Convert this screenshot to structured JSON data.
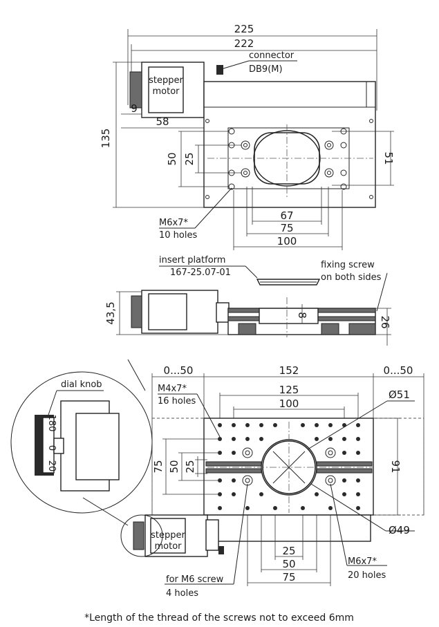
{
  "top_view": {
    "dim_overall_width": "225",
    "dim_body_width": "222",
    "dim_height": "135",
    "dim_9": "9",
    "dim_58": "58",
    "dim_50": "50",
    "dim_25": "25",
    "dim_51": "51",
    "dim_67": "67",
    "dim_75": "75",
    "dim_100": "100",
    "connector_label": "connector",
    "connector_type": "DB9(M)",
    "motor_label_1": "stepper",
    "motor_label_2": "motor",
    "holes_spec": "M6x7*",
    "holes_count": "10 holes"
  },
  "side_view": {
    "insert_label": "insert platform",
    "insert_code": "167-25.07-01",
    "fixing_label_1": "fixing screw",
    "fixing_label_2": "on both sides",
    "dim_height": "43,5",
    "dim_8": "8",
    "dim_26": "26"
  },
  "bottom_view": {
    "dim_travel_left": "0...50",
    "dim_travel_right": "0...50",
    "dim_152": "152",
    "dim_125": "125",
    "dim_100": "100",
    "dim_75": "75",
    "dim_50": "50",
    "dim_25": "25",
    "dim_91": "91",
    "dim_bore_large": "Ø51",
    "dim_bore_small": "Ø49",
    "dim_b25": "25",
    "dim_b50": "50",
    "dim_b75": "75",
    "m4_spec": "M4x7*",
    "m4_count": "16 holes",
    "m6_spec": "M6x7*",
    "m6_count": "20 holes",
    "screw_label": "for M6 screw",
    "screw_count": "4 holes",
    "knob_label": "dial knob",
    "motor_label_1": "stepper",
    "motor_label_2": "motor",
    "scale_marks": [
      "180",
      "0",
      "20"
    ]
  },
  "footnote": "*Length of the thread of the screws not to exceed 6mm"
}
